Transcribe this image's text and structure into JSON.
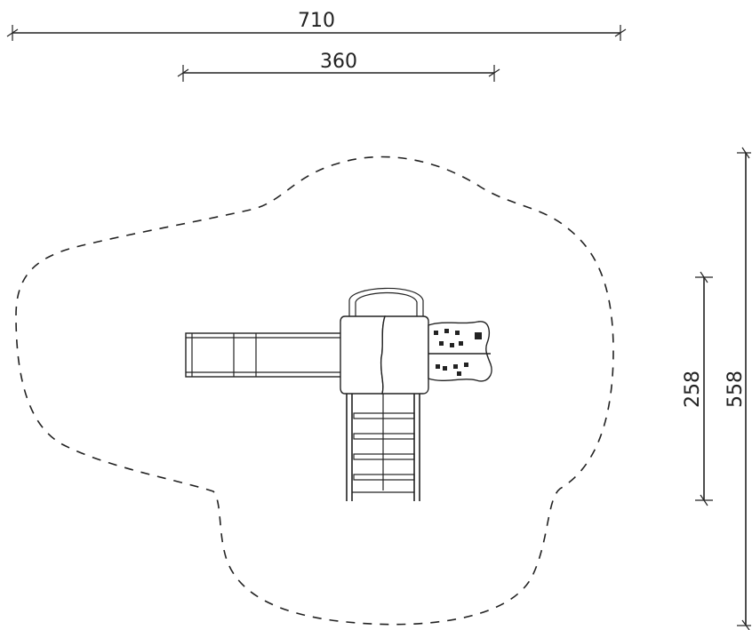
{
  "dimensions": {
    "overall_width": "710",
    "inner_width": "360",
    "inner_height": "258",
    "overall_height": "558"
  },
  "colors": {
    "ink": "#222222",
    "background": "#ffffff"
  }
}
